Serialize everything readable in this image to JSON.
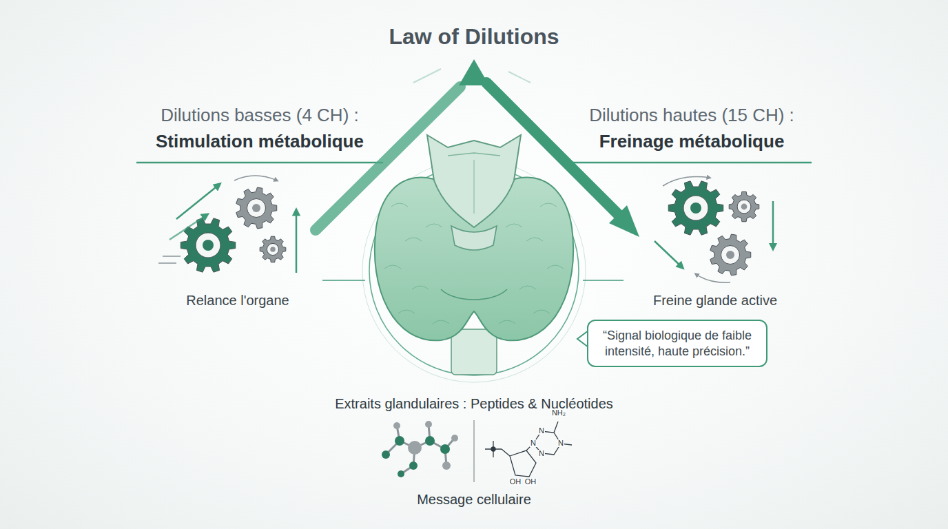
{
  "diagram": {
    "title": "Law of Dilutions",
    "nodes": [
      {
        "text": [
          "“Signal biologique de faible intensité, haute précision.”"
        ]
      }
    ],
    "labels": [
      "Dilutions basses (4 CH) :",
      "Stimulation métabolique",
      "Dilutions hautes (15 CH) :",
      "Freinage métabolique",
      "Relance l'organe",
      "Freine glande active",
      "Extraits glandulaires : Peptides & Nucléotides",
      "Message cellulaire",
      "NH₂",
      "N",
      "N",
      "N",
      "N",
      "OH",
      "OH"
    ]
  }
}
